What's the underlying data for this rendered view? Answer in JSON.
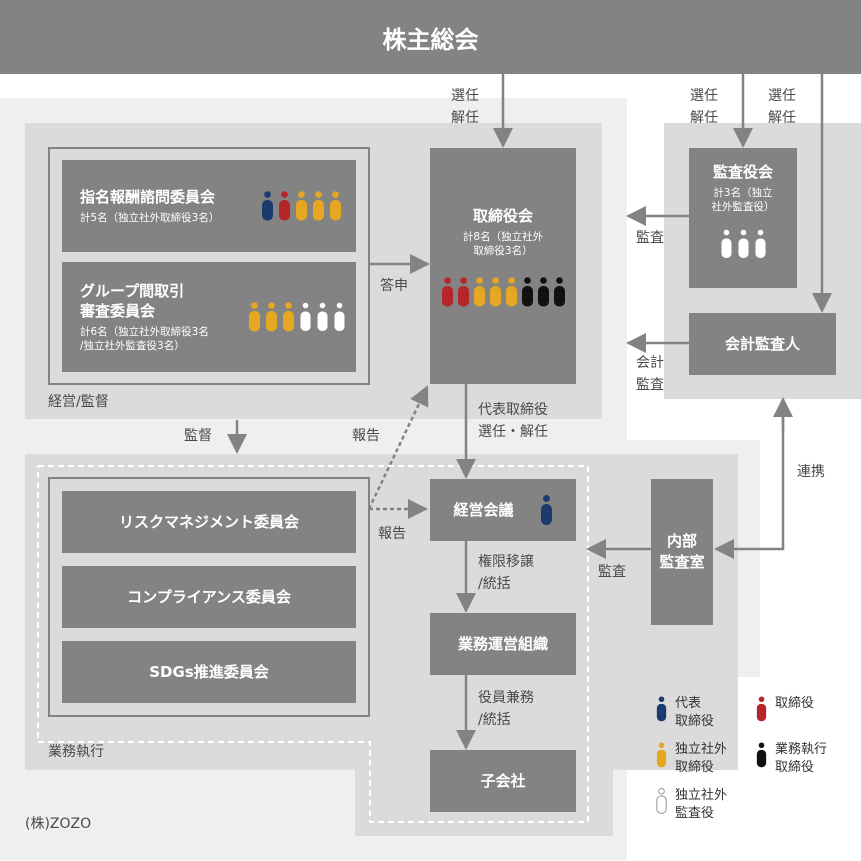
{
  "shareholders": "株主総会",
  "board": {
    "title": "取締役会",
    "sub": "計8名（独立社外\n取締役3名）",
    "people": [
      "red",
      "red",
      "yellow",
      "yellow",
      "yellow",
      "black",
      "black",
      "black"
    ]
  },
  "nomination": {
    "title": "指名報酬諮問委員会",
    "sub": "計5名（独立社外取締役3名）",
    "people": [
      "blue",
      "red",
      "yellow",
      "yellow",
      "yellow"
    ]
  },
  "group": {
    "title": "グループ間取引\n審査委員会",
    "sub": "計6名（独立社外取締役3名\n/独立社外監査役3名）",
    "people": [
      "yellow",
      "yellow",
      "yellow",
      "white",
      "white",
      "white"
    ]
  },
  "audit_board": {
    "title": "監査役会",
    "sub": "計3名（独立\n社外監査役）",
    "people": [
      "white",
      "white",
      "white"
    ]
  },
  "accounting_auditor": "会計監査人",
  "management_meeting": "経営会議",
  "operations_org": "業務運営組織",
  "subsidiaries": "子会社",
  "internal_audit": "内部\n監査室",
  "risk_committee": "リスクマネジメント委員会",
  "compliance_committee": "コンプライアンス委員会",
  "sdgs_committee": "SDGs推進委員会",
  "zone_management": "経営/監督",
  "zone_execution": "業務執行",
  "company": "(株)ZOZO",
  "labels": {
    "elect1": "選任\n解任",
    "elect2": "選任\n解任",
    "elect3": "選任\n解任",
    "kansa1": "監査",
    "kansa_kaikei": "会計\n監査",
    "kansa_internal": "監査",
    "toushin": "答申",
    "kantoku": "監督",
    "houkoku1": "報告",
    "houkoku2": "報告",
    "rep_elect": "代表取締役\n選任・解任",
    "delegation": "権限移譲\n/統括",
    "officer": "役員兼務\n/統括",
    "renkei": "連携"
  },
  "legend": [
    {
      "color": "blue",
      "label": "代表\n取締役"
    },
    {
      "color": "red",
      "label": "取締役"
    },
    {
      "color": "yellow",
      "label": "独立社外\n取締役"
    },
    {
      "color": "black",
      "label": "業務執行\n取締役"
    },
    {
      "color": "white",
      "label": "独立社外\n監査役"
    }
  ],
  "colors": {
    "blue": "#1b3a6e",
    "red": "#b5252a",
    "yellow": "#e6a823",
    "black": "#111111",
    "white": "#ffffff",
    "box": "#838383",
    "zone_light": "#eeeeee",
    "zone_mid": "#dbdbdb",
    "arrow": "#838383"
  }
}
